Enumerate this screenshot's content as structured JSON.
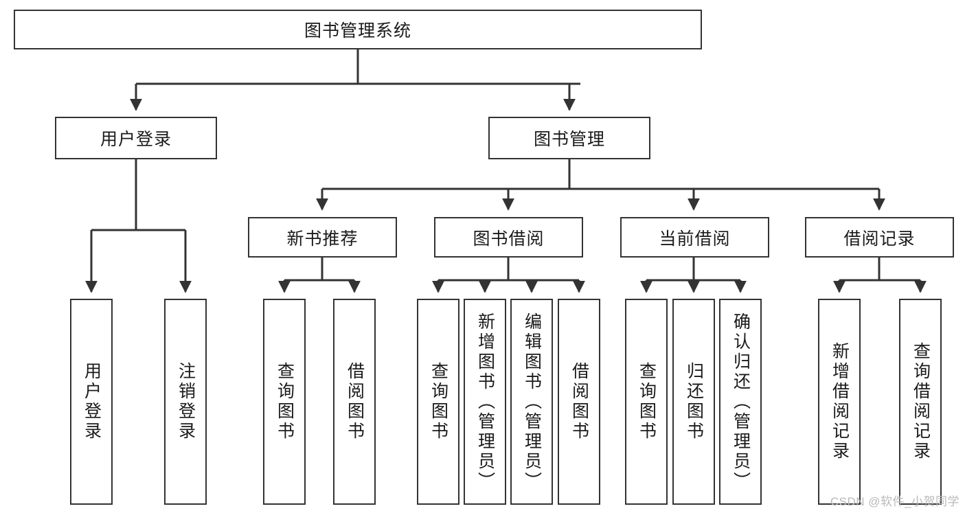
{
  "diagram": {
    "title_node": {
      "label": "图书管理系统"
    },
    "level2": [
      {
        "id": "user-login",
        "label": "用户登录"
      },
      {
        "id": "book-manage",
        "label": "图书管理"
      }
    ],
    "level3": [
      {
        "id": "new-book-recommend",
        "label": "新书推荐"
      },
      {
        "id": "book-borrow",
        "label": "图书借阅"
      },
      {
        "id": "current-borrow",
        "label": "当前借阅"
      },
      {
        "id": "borrow-record",
        "label": "借阅记录"
      }
    ],
    "leaves": [
      {
        "id": "leaf-user-login",
        "label": "用户登录",
        "parent": "user-login"
      },
      {
        "id": "leaf-user-logout",
        "label": "注销登录",
        "parent": "user-login"
      },
      {
        "id": "leaf-query-book-1",
        "label": "查询图书",
        "parent": "new-book-recommend"
      },
      {
        "id": "leaf-borrow-book-1",
        "label": "借阅图书",
        "parent": "new-book-recommend"
      },
      {
        "id": "leaf-query-book-2",
        "label": "查询图书",
        "parent": "book-borrow"
      },
      {
        "id": "leaf-add-book",
        "label": "新增图书（管理员）",
        "parent": "book-borrow"
      },
      {
        "id": "leaf-edit-book",
        "label": "编辑图书（管理员）",
        "parent": "book-borrow"
      },
      {
        "id": "leaf-borrow-book-2",
        "label": "借阅图书",
        "parent": "book-borrow"
      },
      {
        "id": "leaf-query-book-3",
        "label": "查询图书",
        "parent": "current-borrow"
      },
      {
        "id": "leaf-return-book",
        "label": "归还图书",
        "parent": "current-borrow"
      },
      {
        "id": "leaf-confirm-return",
        "label": "确认归还（管理员）",
        "parent": "current-borrow"
      },
      {
        "id": "leaf-add-record",
        "label": "新增借阅记录",
        "parent": "borrow-record"
      },
      {
        "id": "leaf-query-record",
        "label": "查询借阅记录",
        "parent": "borrow-record"
      }
    ],
    "colors": {
      "stroke": "#333333",
      "box_border": "#333333",
      "background": "#ffffff",
      "text": "#1a1a1a",
      "watermark": "#b9b9b9"
    }
  },
  "watermark": {
    "text": "CSDN @软件_小贺同学"
  }
}
